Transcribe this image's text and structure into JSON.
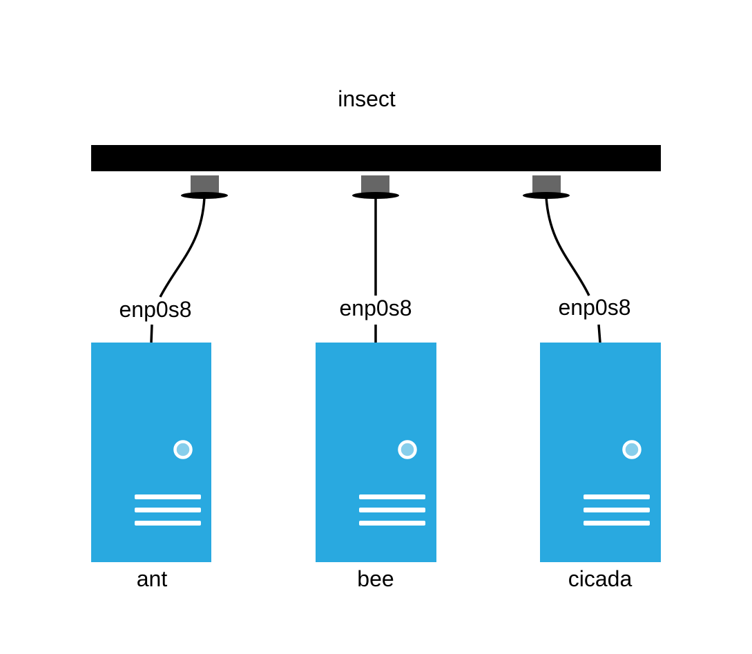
{
  "network": {
    "name": "insect"
  },
  "hosts": [
    {
      "name": "ant",
      "interface": "enp0s8"
    },
    {
      "name": "bee",
      "interface": "enp0s8"
    },
    {
      "name": "cicada",
      "interface": "enp0s8"
    }
  ],
  "colors": {
    "bus": "#000000",
    "port": "#666666",
    "cable": "#000000",
    "server_body": "#29a9e0",
    "server_detail": "#ffffff",
    "server_led": "#87ceeb",
    "text": "#000000"
  },
  "icons": {
    "host": "server-icon",
    "port": "network-port-icon"
  }
}
